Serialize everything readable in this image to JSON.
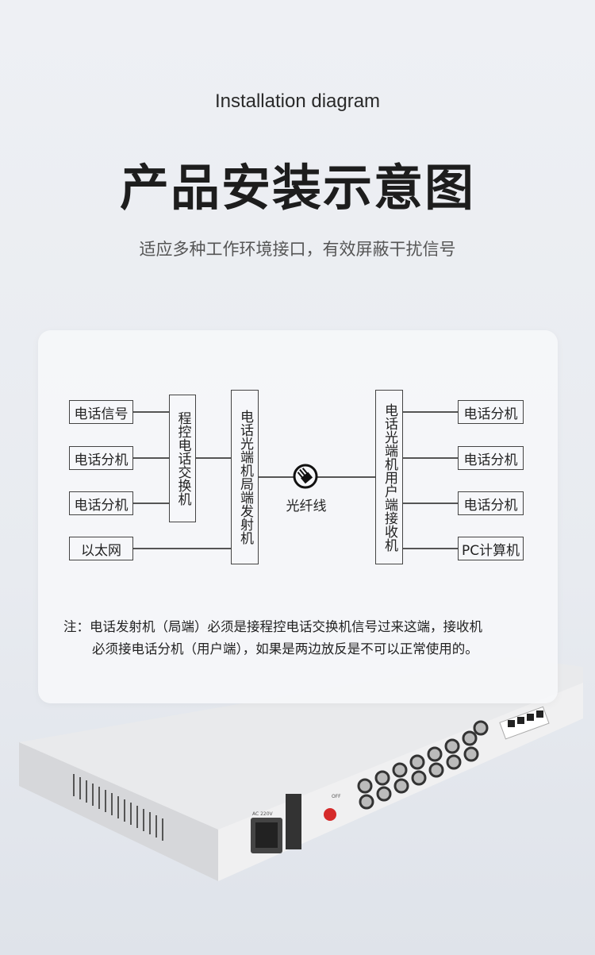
{
  "header": {
    "english_title": "Installation diagram",
    "chinese_title": "产品安装示意图",
    "subtitle": "适应多种工作环境接口，有效屏蔽干扰信号"
  },
  "diagram": {
    "left_inputs": [
      "电话信号",
      "电话分机",
      "电话分机",
      "以太网"
    ],
    "pbx": "程控电话交换机",
    "transmitter": "电话光端机局端发射机",
    "fiber_label": "光纤线",
    "receiver": "电话光端机用户端接收机",
    "right_outputs": [
      "电话分机",
      "电话分机",
      "电话分机",
      "PC计算机"
    ]
  },
  "note": {
    "line1": "注：电话发射机（局端）必须是接程控电话交换机信号过来这端，接收机",
    "line2": "必须接电话分机（用户端），如果是两边放反是不可以正常使用的。"
  },
  "device": {
    "power_label": "AC 220V",
    "switch_label": "OFF"
  }
}
